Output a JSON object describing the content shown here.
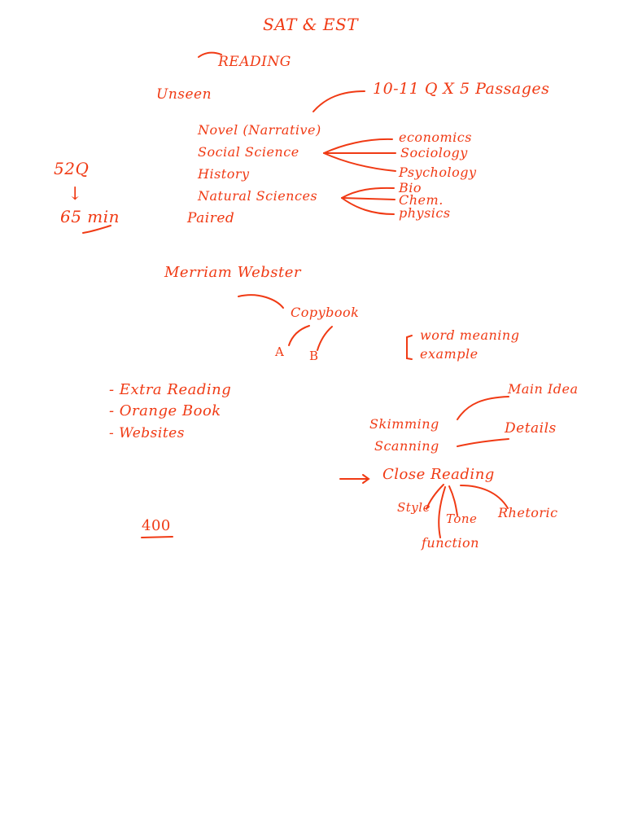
{
  "ink_color": "#f03a14",
  "title": "SAT & EST",
  "reading": "READING",
  "unseen": "Unseen",
  "passages": "10-11 Q    X 5 Passages",
  "topics": {
    "novel": "Novel (Narrative)",
    "social": "Social Science",
    "history": "History",
    "natural": "Natural Sciences",
    "paired": "Paired"
  },
  "social_subtopics": [
    "economics",
    "Sociology",
    "Psychology"
  ],
  "natural_subtopics": [
    "Bio",
    "Chem.",
    "physics"
  ],
  "timing": {
    "questions": "52Q",
    "arrow": "↓",
    "minutes": "65 min"
  },
  "merriam": "Merriam Webster",
  "copybook": "Copybook",
  "a_label": "A",
  "b_label": "B",
  "bracket_items": [
    "word meaning",
    "example"
  ],
  "extras": [
    "- Extra Reading",
    "- Orange Book",
    "- Websites"
  ],
  "skills": {
    "skimming": "Skimming",
    "scanning": "Scanning",
    "main_idea": "Main Idea",
    "details": "Details",
    "arrow": "→",
    "close_reading": "Close Reading",
    "style": "Style",
    "tone": "Tone",
    "rhetoric": "Rhetoric",
    "function": "function"
  },
  "number": "400"
}
